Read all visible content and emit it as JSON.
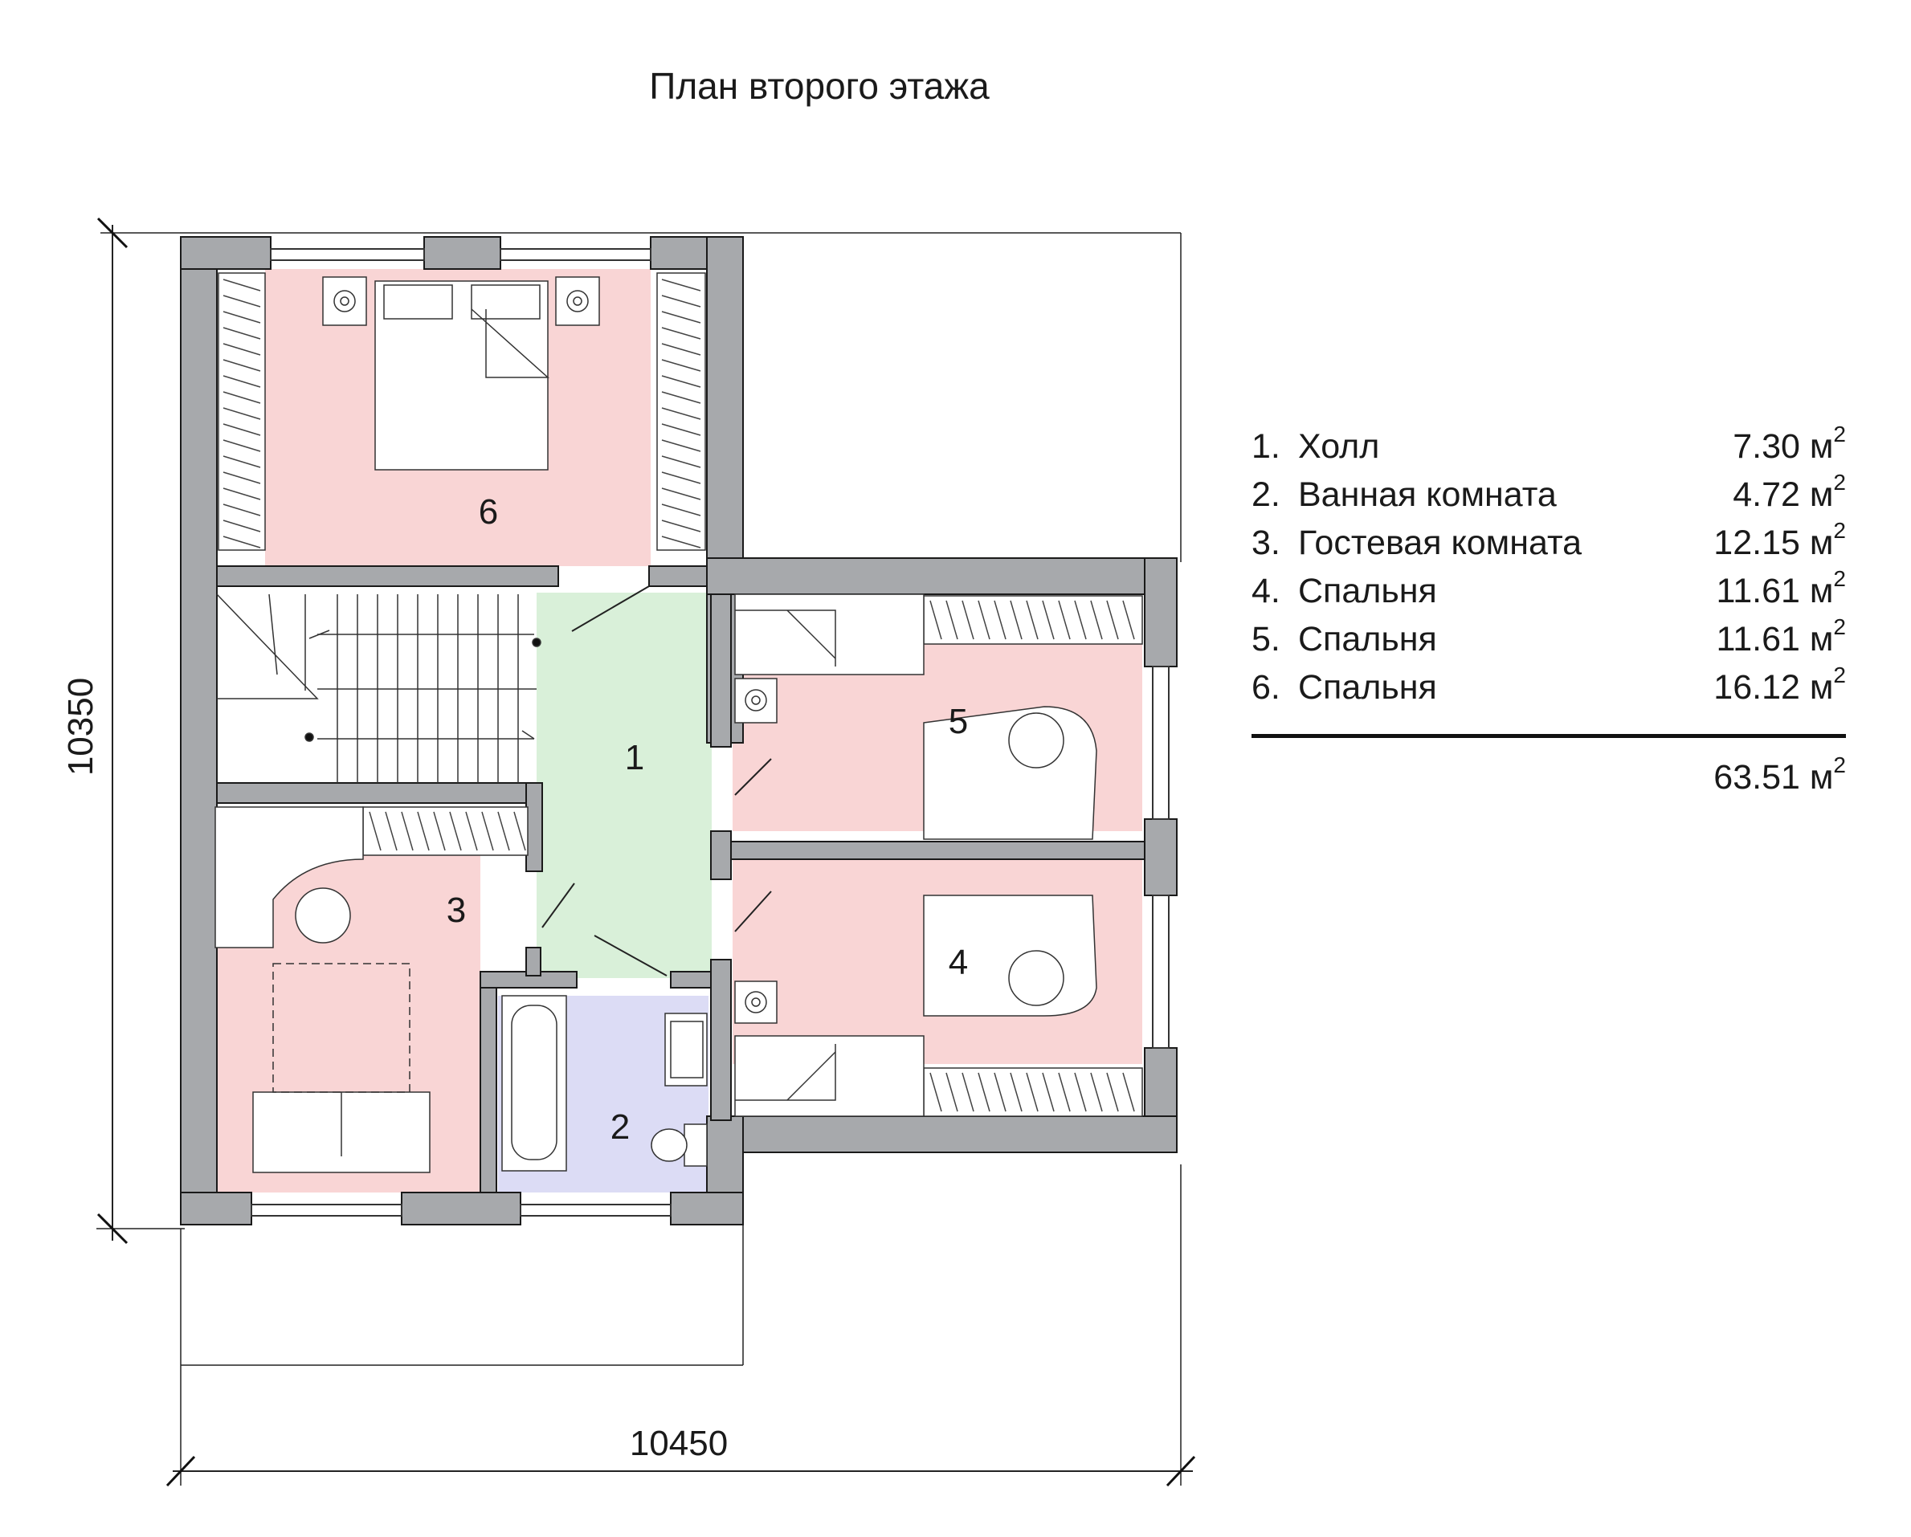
{
  "title": "План второго этажа",
  "rooms": [
    {
      "num": "1.",
      "label": "1",
      "name": "Холл",
      "area": "7.30",
      "fill": "#d9f0d9"
    },
    {
      "num": "2.",
      "label": "2",
      "name": "Ванная комната",
      "area": "4.72",
      "fill": "#dcdcf5"
    },
    {
      "num": "3.",
      "label": "3",
      "name": "Гостевая комната",
      "area": "12.15",
      "fill": "#f9d5d5"
    },
    {
      "num": "4.",
      "label": "4",
      "name": "Спальня",
      "area": "11.61",
      "fill": "#f9d5d5"
    },
    {
      "num": "5.",
      "label": "5",
      "name": "Спальня",
      "area": "11.61",
      "fill": "#f9d5d5"
    },
    {
      "num": "6.",
      "label": "6",
      "name": "Спальня",
      "area": "16.12",
      "fill": "#f9d5d5"
    }
  ],
  "unit": "м",
  "unit_power": "2",
  "total_area": "63.51",
  "dimensions": {
    "height": "10350",
    "width": "10450"
  },
  "colors": {
    "wall": "#a7a9ac",
    "wall_stroke": "#1a1a1a",
    "bedroom": "#f9d5d5",
    "hall": "#d9f0d9",
    "bath": "#dcdcf5"
  }
}
